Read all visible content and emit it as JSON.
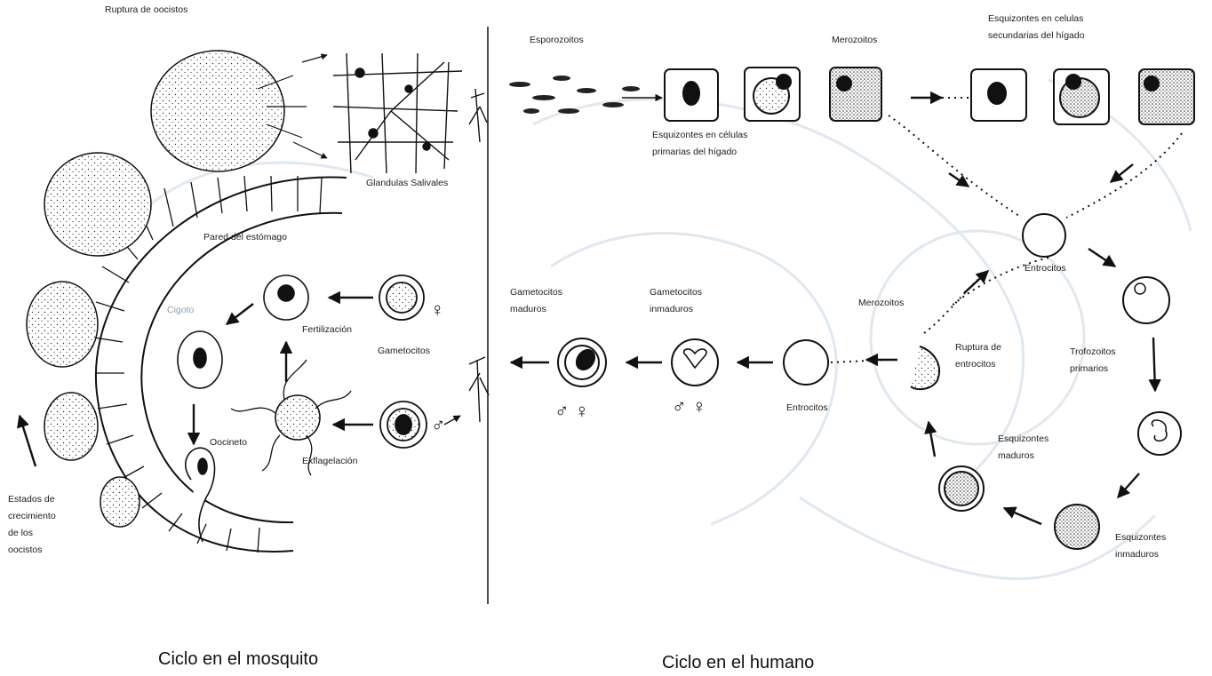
{
  "labels": {
    "ruptura_oocistos": "Ruptura  de oocistos",
    "glandulas": "Glandulas Salivales",
    "pared_estomago": "Pared del estómago",
    "cigoto": "Cigoto",
    "fertilizacion": "Fertilización",
    "gametocitos_mosquito": "Gametocitos",
    "oocineto": "Oocineto",
    "exflagelacion": "Exflagelación",
    "estados_crecimiento": "Estados de crecimiento de los oocistos",
    "esporozoitos": "Esporozoitos",
    "esquizontes_primarias": "Esquizontes en células primarias del hígado",
    "merozoitos_top": "Merozoitos",
    "esquizontes_secundarias": "Esquizontes en celulas secundarias del hígado",
    "entrocitos_right": "Entrocitos",
    "merozoitos_mid": "Merozoitos",
    "ruptura_entrocitos": "Ruptura de entrocitos",
    "trofozoitos": "Trofozoitos primarios",
    "gametocitos_maduros": "Gametocitos maduros",
    "gametocitos_inmaduros": "Gametocitos inmaduros",
    "entrocitos_mid": "Entrocitos",
    "esquizontes_maduros": "Esquizontes maduros",
    "esquizontes_inmaduros": "Esquizontes inmaduros"
  },
  "symbols": {
    "female": "♀",
    "male": "♂",
    "pair": "♂ ♀"
  },
  "sections": {
    "mosquito": "Ciclo en el mosquito",
    "humano": "Ciclo en el humano"
  },
  "colors": {
    "ink": "#111111",
    "background_map": "#dde6ee",
    "faded_text": "#8a9db0"
  }
}
